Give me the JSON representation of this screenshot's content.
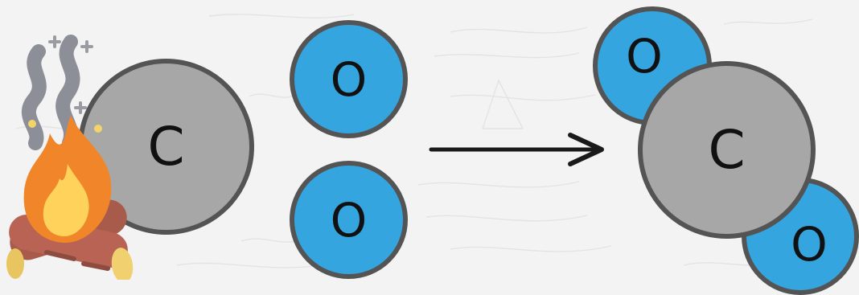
{
  "reaction": {
    "reactants": {
      "carbon_label": "C",
      "oxygen_top_label": "O",
      "oxygen_bottom_label": "O"
    },
    "product": {
      "oxygen_top_label": "O",
      "carbon_label": "C",
      "oxygen_bottom_label": "O"
    }
  },
  "colors": {
    "carbon": "#a7a7a7",
    "oxygen": "#35a5e0",
    "outline": "#545454",
    "arrow": "#1a1a1a",
    "fire_outer": "#f0852a",
    "fire_inner": "#ffd35b",
    "log": "#a95b4b",
    "log_end": "#f1d06f",
    "smoke": "#8d8f98"
  },
  "icons": {
    "heat_source": "campfire-icon",
    "reaction_arrow": "right-arrow-icon"
  }
}
